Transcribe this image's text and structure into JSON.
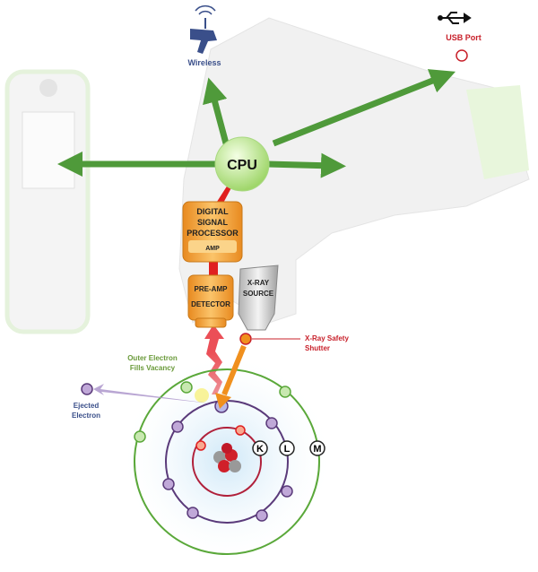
{
  "labels": {
    "wireless": "Wireless",
    "usb_port": "USB Port",
    "cpu": "CPU",
    "dsp_line1": "DIGITAL",
    "dsp_line2": "SIGNAL",
    "dsp_line3": "PROCESSOR",
    "amp": "AMP",
    "preamp": "PRE-AMP",
    "detector": "DETECTOR",
    "xray_line1": "X-RAY",
    "xray_line2": "SOURCE",
    "shutter_line1": "X-Ray Safety",
    "shutter_line2": "Shutter",
    "outer_line1": "Outer Electron",
    "outer_line2": "Fills Vacancy",
    "ejected_line1": "Ejected",
    "ejected_line2": "Electron",
    "shell_k": "K",
    "shell_l": "L",
    "shell_m": "M"
  },
  "colors": {
    "data_arrow": "#4f9a3a",
    "signal_arrow": "#e02020",
    "xray_beam": "#f0901e",
    "component": "#f0a53c",
    "cpu": "#b8e08a",
    "label_red": "#c8202a",
    "label_green": "#6a9a3a",
    "label_blue": "#3a4f8a",
    "orbit_k": "#b0203a",
    "orbit_l": "#5a3a7a",
    "orbit_m": "#5aa83a"
  },
  "icons": [
    "wireless-antenna-icon",
    "usb-icon"
  ]
}
